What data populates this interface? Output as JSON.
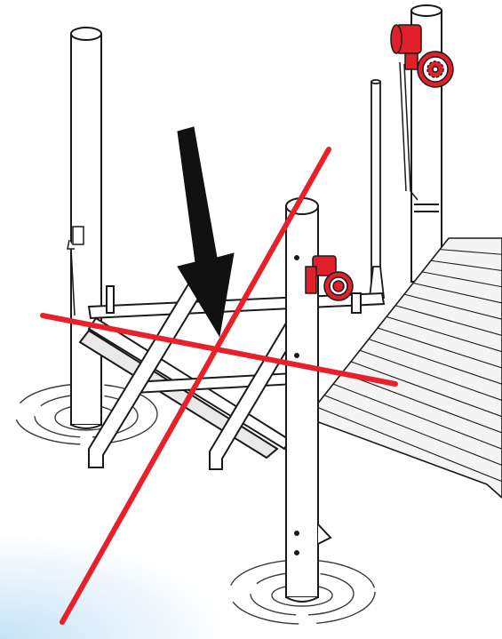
{
  "colors": {
    "background": "#ffffff",
    "ink": "#1a1a1a",
    "pole_fill": "#ffffff",
    "dock_panel": "#f4f4f4",
    "marker_red": "#e8202a",
    "winch_red": "#e0202a",
    "arrow_black": "#111111",
    "water_ring": "#3a3a3a",
    "corner_glow": "#bfe0f5"
  },
  "diagram": {
    "elements": [
      {
        "name": "pole-back-left",
        "kind": "pole"
      },
      {
        "name": "pole-back-right",
        "kind": "pole"
      },
      {
        "name": "pole-front-center",
        "kind": "pole"
      },
      {
        "name": "pole-thin-rod",
        "kind": "rod"
      },
      {
        "name": "winch-top-right",
        "kind": "winch-icon"
      },
      {
        "name": "winch-front-pole",
        "kind": "winch-icon"
      },
      {
        "name": "dock-deck-panel",
        "kind": "deck"
      },
      {
        "name": "frame-crossbeam",
        "kind": "beam"
      },
      {
        "name": "diagonal-brace-left",
        "kind": "brace"
      },
      {
        "name": "diagonal-brace-right",
        "kind": "brace"
      },
      {
        "name": "red-line-horizontal",
        "kind": "marker"
      },
      {
        "name": "red-line-diagonal",
        "kind": "marker"
      },
      {
        "name": "black-arrow",
        "kind": "arrow-icon"
      },
      {
        "name": "water-ripple-left",
        "kind": "ripple"
      },
      {
        "name": "water-ripple-front",
        "kind": "ripple"
      }
    ]
  }
}
